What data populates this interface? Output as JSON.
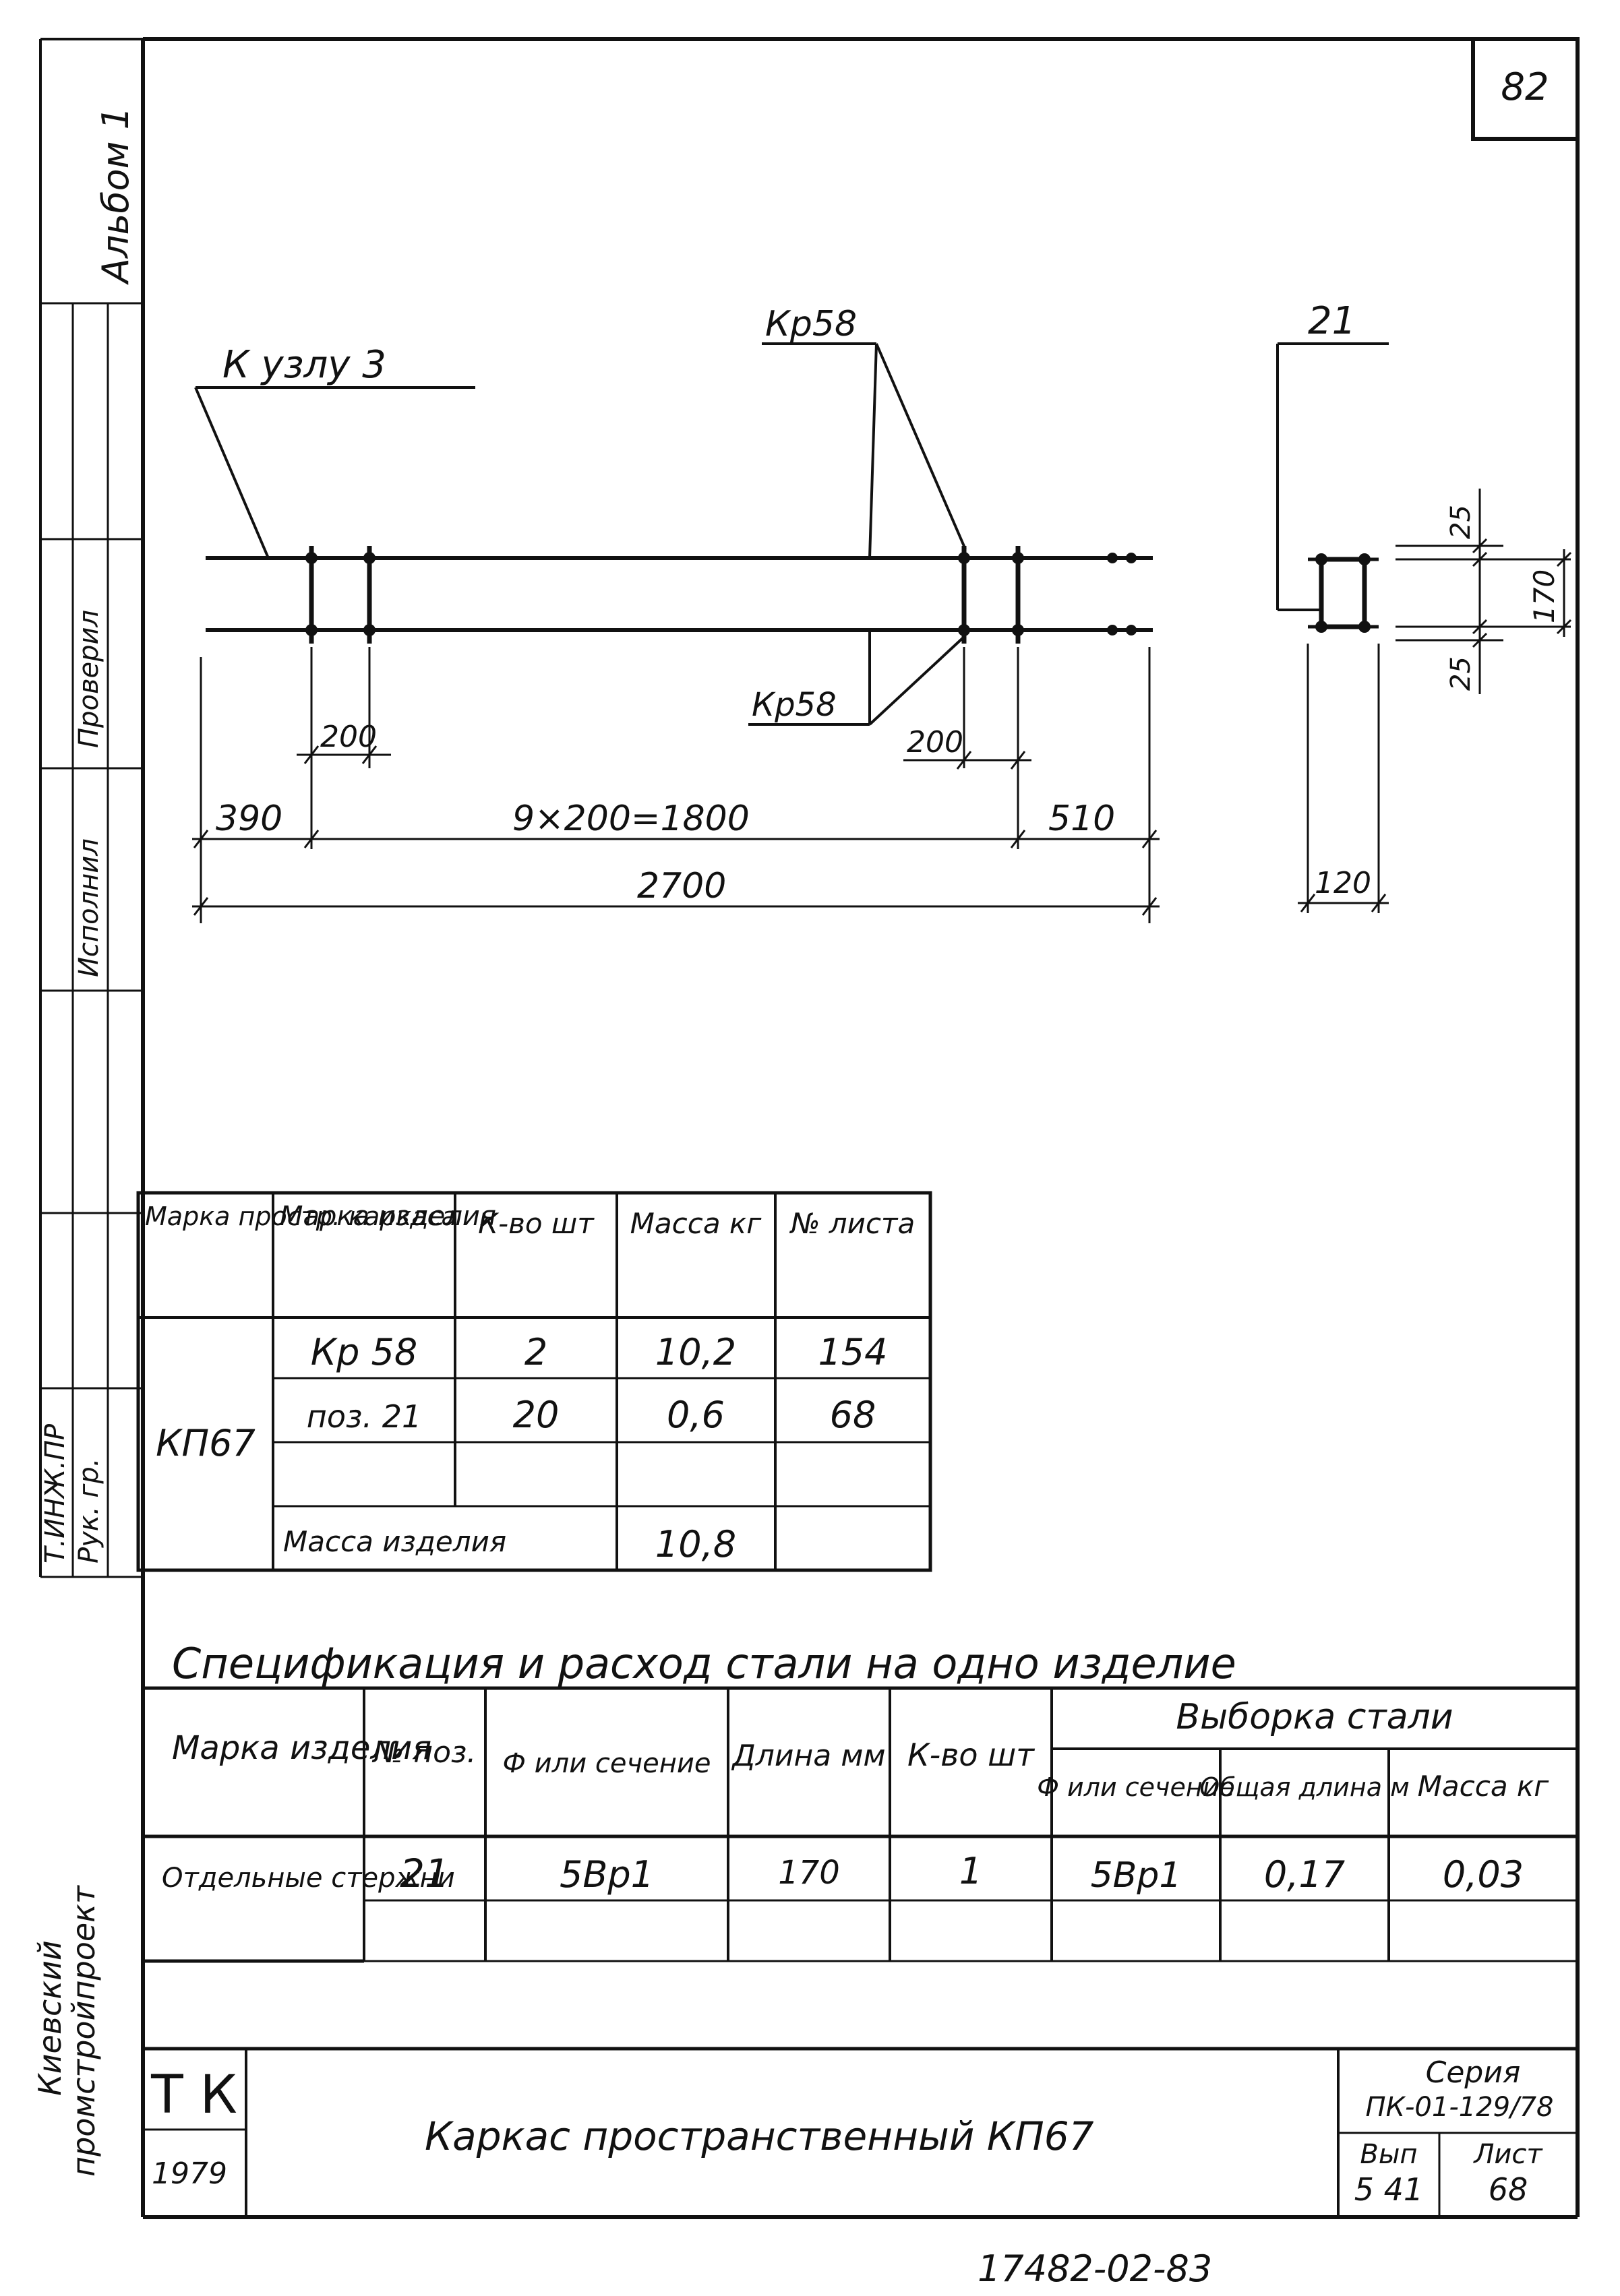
{
  "sheet_corner_number": "82",
  "left_margin": {
    "album": "Альбом 1",
    "org_line1": "Киевский",
    "org_line2": "промстройпроект",
    "stamp_lines": [
      "Т.ИНЖ.ПР",
      "Рук. гр.",
      "Проверил",
      "Исполнил"
    ]
  },
  "drawing": {
    "callout_node": "К узлу 3",
    "callout_kr58_top": "Кр58",
    "callout_kr58_bottom": "Кр58",
    "dim_200_left": "200",
    "dim_200_right": "200",
    "dim_390": "390",
    "dim_mid": "9×200=1800",
    "dim_510": "510",
    "dim_total": "2700",
    "section_label": "21",
    "dim_25_top": "25",
    "dim_170": "170",
    "dim_25_bottom": "25",
    "dim_120": "120"
  },
  "parts_table": {
    "headers": [
      "Марка простр. каркаса",
      "Марка изделия",
      "К-во шт",
      "Масса кг",
      "№ листа"
    ],
    "frame_mark": "КП67",
    "rows": [
      [
        "Кр 58",
        "2",
        "10,2",
        "154"
      ],
      [
        "поз. 21",
        "20",
        "0,6",
        "68"
      ]
    ],
    "total_label": "Масса изделия",
    "total_value": "10,8"
  },
  "spec": {
    "title": "Спецификация и расход стали на одно изделие",
    "headers": {
      "mark": "Марка изделия",
      "pos": "№ поз.",
      "section": "Ф или сечение",
      "length": "Длина мм",
      "qty": "К-во шт",
      "sample_group": "Выборка стали",
      "sample_section": "Ф или сечение",
      "total_length": "Общая длина м",
      "mass": "Масса кг"
    },
    "row": {
      "mark": "Отдельные стержни",
      "pos": "21",
      "section": "5Вр1",
      "length": "170",
      "qty": "1",
      "sample_section": "5Вр1",
      "total_length": "0,17",
      "mass": "0,03"
    }
  },
  "title_block": {
    "code": "Т К",
    "year": "1979",
    "name": "Каркас пространственный КП67",
    "series_label": "Серия",
    "series_value": "ПК-01-129/78",
    "issue_label": "Вып",
    "issue_value": "5 41",
    "sheet_label": "Лист",
    "sheet_value": "68"
  },
  "bottom_number": "17482-02-83"
}
